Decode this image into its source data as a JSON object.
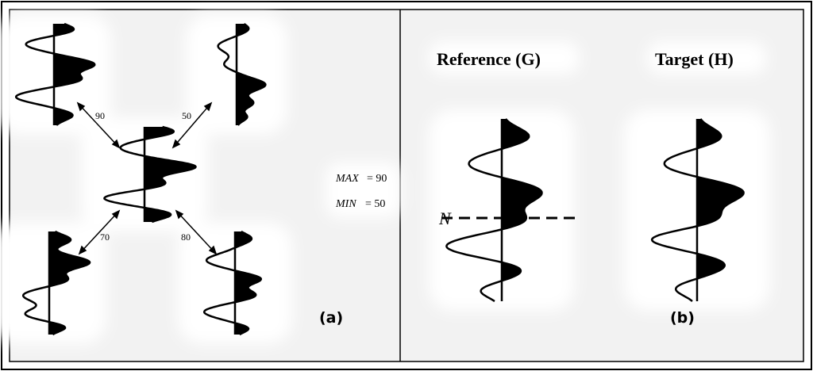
{
  "panel_a": {
    "weights": {
      "top_left": "90",
      "top_right": "50",
      "bottom_left": "70",
      "bottom_right": "80"
    },
    "max_label": "MAX",
    "max_value": "= 90",
    "min_label": "MIN",
    "min_value": "= 50",
    "caption": "(a)"
  },
  "panel_b": {
    "reference_title": "Reference (G)",
    "target_title": "Target (H)",
    "marker_label": "N",
    "caption": "(b)"
  },
  "colors": {
    "background": "#f2f2f2",
    "halo": "#ffffff",
    "ink": "#000000",
    "frame": "#000000"
  }
}
